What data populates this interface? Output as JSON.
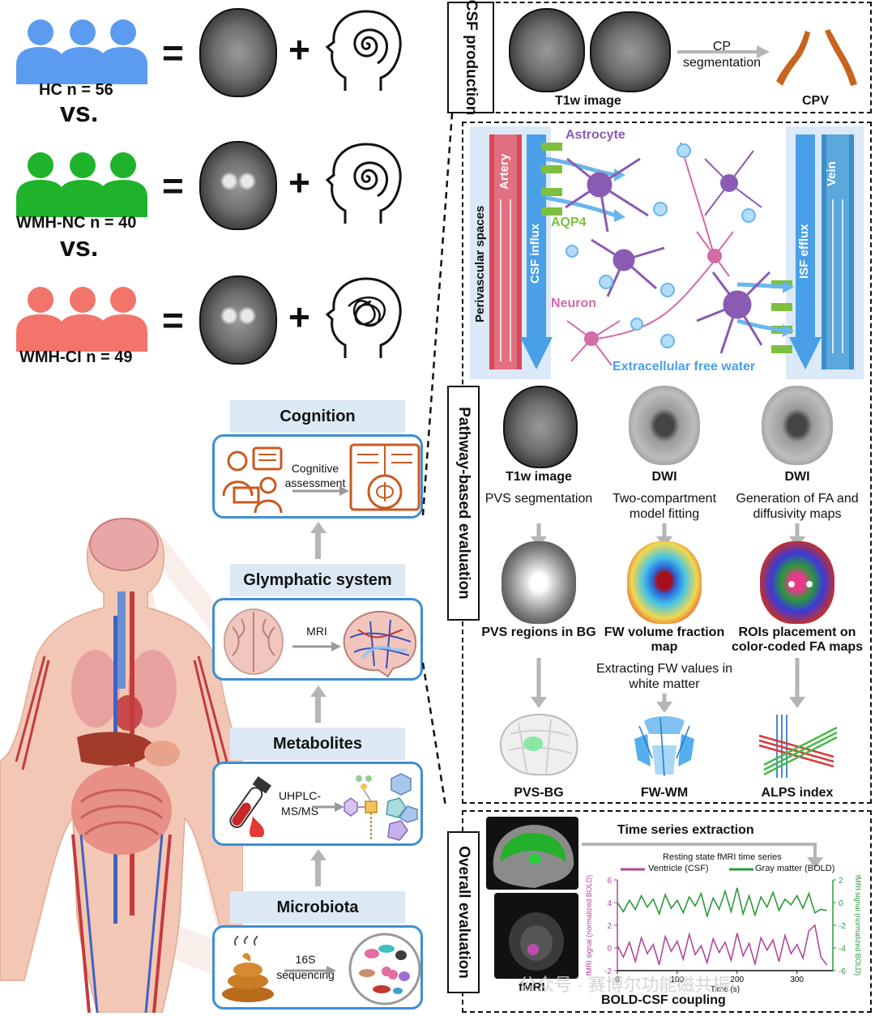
{
  "groups": [
    {
      "label": "HC n = 56",
      "color": "#5b9cf0"
    },
    {
      "label": "WMH-NC n = 40",
      "color": "#1fb32b"
    },
    {
      "label": "WMH-CI n = 49",
      "color": "#f2746a"
    }
  ],
  "vs_label": "vs.",
  "equals": "=",
  "plus": "+",
  "csf_production": {
    "label": "CSF production",
    "t1w": "T1w image",
    "arrow_text": "CP segmentation",
    "result": "CPV"
  },
  "pathway": {
    "label": "Pathway-based evaluation",
    "artery": "Artery",
    "vein": "Vein",
    "perivascular": "Perivascular spaces",
    "csf_influx": "CSF influx",
    "isf_efflux": "ISF efflux",
    "astrocyte": "Astrocyte",
    "aqp4": "AQP4",
    "neuron": "Neuron",
    "free_water": "Extracellular free water",
    "columns": [
      {
        "input": "T1w image",
        "step": "PVS segmentation",
        "mid": "PVS regions in BG",
        "step2": "",
        "out": "PVS-BG"
      },
      {
        "input": "DWI",
        "step": "Two-compartment model  fitting",
        "mid": "FW volume fraction map",
        "step2": "Extracting FW values in white matter",
        "out": "FW-WM"
      },
      {
        "input": "DWI",
        "step": "Generation of FA and diffusivity maps",
        "mid": "ROIs placement on color-coded FA maps",
        "step2": "",
        "out": "ALPS index"
      }
    ]
  },
  "overall": {
    "label": "Overall evaluation",
    "ts_extraction": "Time series extraction",
    "fmri": "fMRI",
    "coupling": "BOLD-CSF coupling",
    "chart_title": "Resting state fMRI time series",
    "legend_csf": "Ventricle (CSF)",
    "legend_gm": "Gray matter (BOLD)",
    "ylabel_left": "fMRI signal (normalized BOLD)",
    "ylabel_right": "fMRI signal (normalized BOLD)",
    "xlabel": "Time (s)",
    "csf_color": "#b0479a",
    "gm_color": "#2a9a3a"
  },
  "chart_data": {
    "type": "line",
    "title": "Resting state fMRI time series",
    "xlabel": "Time (s)",
    "ylabel": "fMRI signal (normalized BOLD)",
    "xlim": [
      0,
      360
    ],
    "xticks": [
      0,
      100,
      200,
      300
    ],
    "ylim_left": [
      -2,
      6
    ],
    "yticks_left": [
      -2,
      0,
      2,
      4,
      6
    ],
    "ylim_right": [
      -6,
      2
    ],
    "yticks_right": [
      -6,
      -4,
      -2,
      0,
      2
    ],
    "series": [
      {
        "name": "Ventricle (CSF)",
        "axis": "left",
        "x": [
          0,
          10,
          20,
          30,
          40,
          50,
          60,
          70,
          80,
          90,
          100,
          110,
          120,
          130,
          140,
          150,
          160,
          170,
          180,
          190,
          200,
          210,
          220,
          230,
          240,
          250,
          260,
          270,
          280,
          290,
          300,
          310,
          320,
          330,
          340,
          350
        ],
        "y": [
          0.2,
          -0.8,
          0.5,
          -1.2,
          0.9,
          -0.5,
          0.3,
          -1.5,
          1.0,
          -0.3,
          0.6,
          -1.0,
          1.2,
          -0.6,
          0.2,
          -1.3,
          0.8,
          -0.4,
          0.5,
          -1.1,
          1.3,
          -0.7,
          0.4,
          -1.4,
          0.9,
          -0.2,
          0.7,
          -1.2,
          1.1,
          -0.5,
          0.3,
          -0.9,
          1.5,
          2.0,
          -0.8,
          -1.5
        ]
      },
      {
        "name": "Gray matter (BOLD)",
        "axis": "right",
        "x": [
          0,
          10,
          20,
          30,
          40,
          50,
          60,
          70,
          80,
          90,
          100,
          110,
          120,
          130,
          140,
          150,
          160,
          170,
          180,
          190,
          200,
          210,
          220,
          230,
          240,
          250,
          260,
          270,
          280,
          290,
          300,
          310,
          320,
          330,
          340,
          350
        ],
        "y": [
          0.0,
          -0.8,
          0.2,
          -0.6,
          0.6,
          -0.4,
          0.3,
          -1.0,
          0.7,
          -0.5,
          0.2,
          -0.9,
          0.5,
          -0.3,
          0.8,
          -1.2,
          0.4,
          -0.6,
          1.0,
          -0.8,
          1.3,
          -1.0,
          0.6,
          -1.1,
          0.5,
          -0.4,
          0.9,
          -0.7,
          0.3,
          -0.2,
          0.6,
          -0.5,
          0.8,
          -0.9,
          -0.6,
          -0.7
        ]
      }
    ]
  },
  "left_column": {
    "cognition": "Cognition",
    "cognitive_assessment": "Cognitive assessment",
    "glymphatic": "Glymphatic system",
    "mri": "MRI",
    "metabolites": "Metabolites",
    "uhplc": "UHPLC- MS/MS",
    "microbiota": "Microbiota",
    "sequencing": "16S sequencing"
  },
  "watermark": "公众号 · 赛博尔功能磁共振"
}
